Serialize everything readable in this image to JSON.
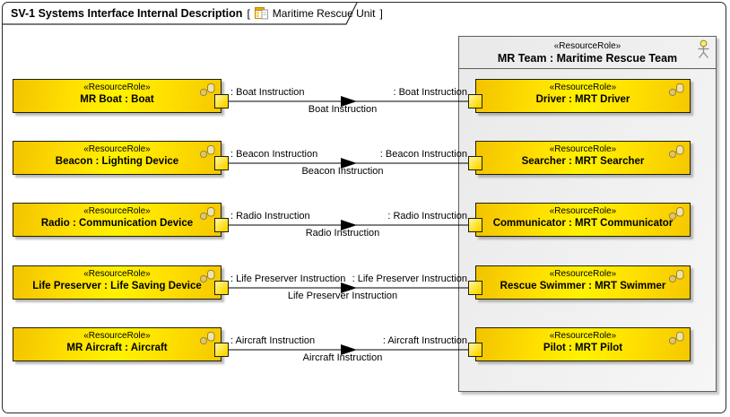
{
  "diagram": {
    "title": "SV-1 Systems Interface Internal Description",
    "context_open": "[",
    "context_name": "Maritime Rescue Unit",
    "context_close": "]"
  },
  "container": {
    "stereotype": "«ResourceRole»",
    "name": "MR Team : Maritime Rescue Team"
  },
  "left_nodes": [
    {
      "stereotype": "«ResourceRole»",
      "name": "MR Boat : Boat"
    },
    {
      "stereotype": "«ResourceRole»",
      "name": "Beacon : Lighting Device"
    },
    {
      "stereotype": "«ResourceRole»",
      "name": "Radio : Communication Device"
    },
    {
      "stereotype": "«ResourceRole»",
      "name": "Life Preserver : Life Saving Device"
    },
    {
      "stereotype": "«ResourceRole»",
      "name": "MR Aircraft : Aircraft"
    }
  ],
  "right_nodes": [
    {
      "stereotype": "«ResourceRole»",
      "name": "Driver : MRT Driver"
    },
    {
      "stereotype": "«ResourceRole»",
      "name": "Searcher : MRT Searcher"
    },
    {
      "stereotype": "«ResourceRole»",
      "name": "Communicator : MRT Communicator"
    },
    {
      "stereotype": "«ResourceRole»",
      "name": "Rescue Swimmer : MRT Swimmer"
    },
    {
      "stereotype": "«ResourceRole»",
      "name": "Pilot : MRT Pilot"
    }
  ],
  "connectors": [
    {
      "source_label": ": Boat Instruction",
      "target_label": ": Boat Instruction",
      "flow_label": "Boat Instruction"
    },
    {
      "source_label": ": Beacon Instruction",
      "target_label": ": Beacon Instruction",
      "flow_label": "Beacon Instruction"
    },
    {
      "source_label": ": Radio Instruction",
      "target_label": ": Radio Instruction",
      "flow_label": "Radio Instruction"
    },
    {
      "source_label": ": Life Preserver Instruction",
      "target_label": ": Life Preserver Instruction",
      "flow_label": "Life Preserver Instruction"
    },
    {
      "source_label": ": Aircraft Instruction",
      "target_label": ": Aircraft Instruction",
      "flow_label": "Aircraft Instruction"
    }
  ],
  "colors": {
    "node_fill": "#ffe100",
    "node_fill_bright": "#fff200",
    "node_fill_dark": "#f2c300",
    "node_border": "#1f1f05",
    "container_fill": "#ececec",
    "container_border": "#5f5f5f",
    "connector": "#000000",
    "frame_border": "#2b2b2b"
  }
}
